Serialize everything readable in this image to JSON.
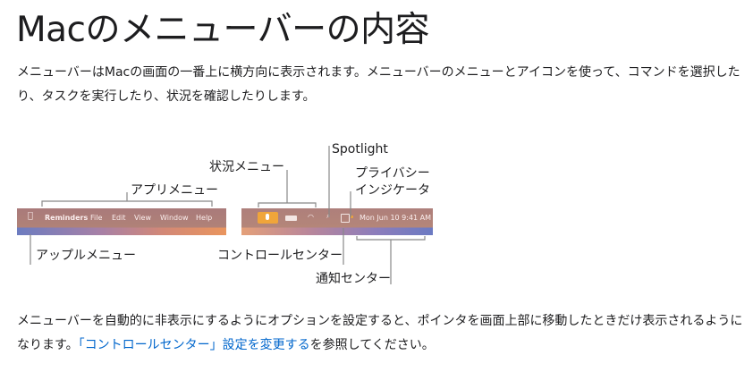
{
  "title": "Macのメニューバーの内容",
  "intro": "メニューバーはMacの画面の一番上に横方向に表示されます。メニューバーのメニューとアイコンを使って、コマンドを選択したり、タスクを実行したり、状況を確認したりします。",
  "figure": {
    "left_menubar": {
      "apple_icon": "apple-logo",
      "items": [
        "Reminders",
        "File",
        "Edit",
        "View",
        "Window",
        "Help"
      ]
    },
    "right_menubar": {
      "icons": [
        "microphone-icon",
        "battery-icon",
        "wifi-icon",
        "search-icon",
        "control-center-icon",
        "privacy-indicator-dot"
      ],
      "datetime": "Mon Jun 10  9:41 AM"
    },
    "labels": {
      "app_menu": "アプリメニュー",
      "status_menu": "状況メニュー",
      "spotlight": "Spotlight",
      "privacy_1": "プライバシー",
      "privacy_2": "インジケータ",
      "apple_menu": "アップルメニュー",
      "control_center": "コントロールセンター",
      "notification_center": "通知センター"
    }
  },
  "footer": {
    "text_before": "メニューバーを自動的に非表示にするようにオプションを設定すると、ポインタを画面上部に移動したときだけ表示されるようになります。",
    "link": "「コントロールセンター」設定を変更する",
    "text_after": "を参照してください。"
  },
  "colors": {
    "link": "#0066cc",
    "mic_highlight": "#f0a53a"
  }
}
